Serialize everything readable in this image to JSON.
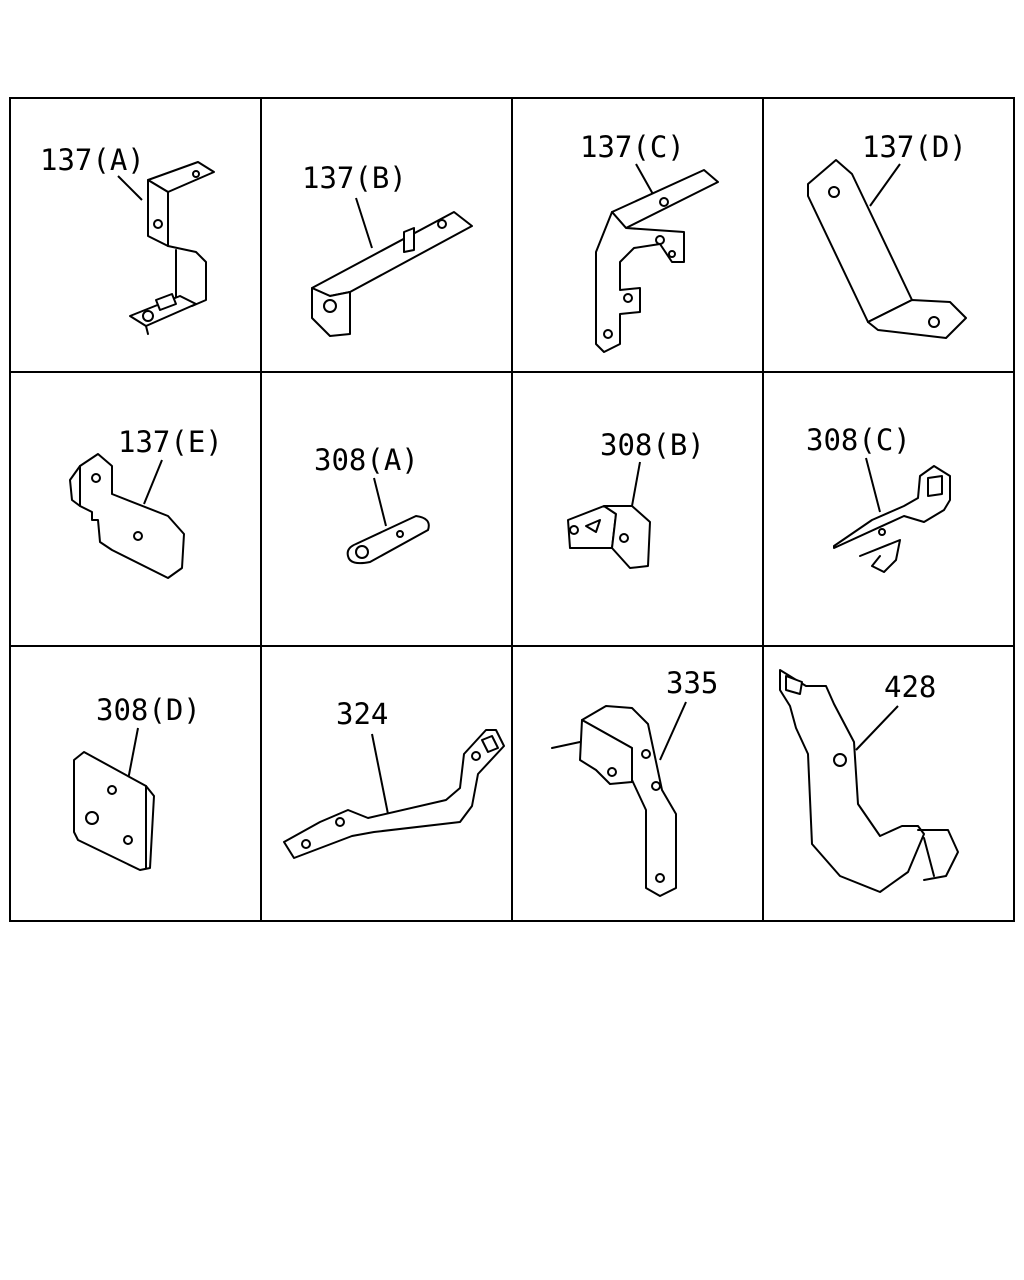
{
  "labels": {
    "p137a": "137(A)",
    "p137b": "137(B)",
    "p137c": "137(C)",
    "p137d": "137(D)",
    "p137e": "137(E)",
    "p308a": "308(A)",
    "p308b": "308(B)",
    "p308c": "308(C)",
    "p308d": "308(D)",
    "p324": "324",
    "p335": "335",
    "p428": "428"
  }
}
